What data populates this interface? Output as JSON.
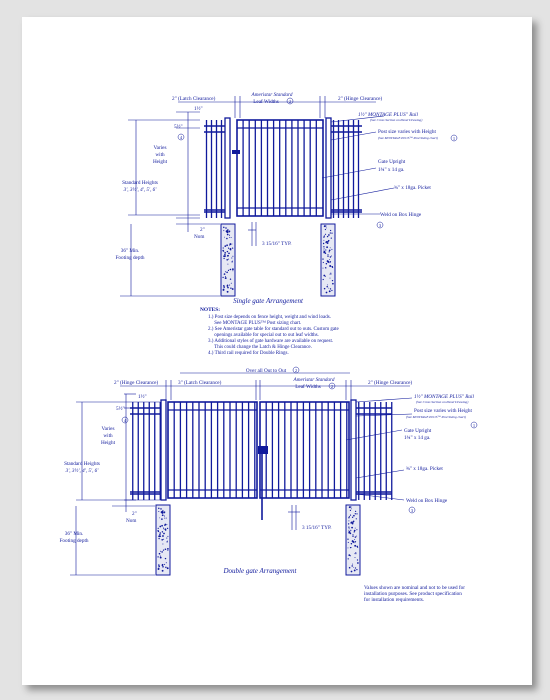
{
  "colors": {
    "ink": "#101a9c",
    "paper": "#ffffff",
    "background": "#e3e3e3"
  },
  "single": {
    "latch_clearance": "2\" (Latch Clearance)",
    "leaf_width_1": "Ameristar Standard",
    "leaf_width_2": "Leaf Widths",
    "leaf_width_marker": "2",
    "hinge_clearance": "2\" (Hinge Clearance)",
    "rail_offset": "1½\"",
    "top_offset": "5½\"",
    "marker_4": "4",
    "varies_1": "Varies",
    "varies_2": "with",
    "varies_3": "Height",
    "std_heights_1": "Standard Heights",
    "std_heights_2": "3', 3½', 4', 5', 6'",
    "nom_1": "2\"",
    "nom_2": "Nom",
    "footing_1": "36\" Min.",
    "footing_2": "Footing depth",
    "picket_spacing": "3 15/16\" TYP.",
    "callout_rail": "1½\" MONTAGE PLUS\" Rail",
    "callout_rail_note": "(See Cross Section on Panel Drawing)",
    "callout_post": "Post size varies with Height",
    "callout_post_note": "(See MONTAGE PLUS™ Post Sizing chart)",
    "callout_post_marker": "1",
    "callout_upright_1": "Gate Upright",
    "callout_upright_2": "1¾\" x 14 ga.",
    "callout_picket": "¾\" x 18ga. Picket",
    "callout_weld": "Weld on Box Hinge",
    "callout_weld_marker": "3",
    "title": "Single gate Arrangement"
  },
  "notes": {
    "heading": "NOTES:",
    "items": [
      "1.) Post size depends on fence height, weight and wind loads.",
      "     See MONTAGE PLUS™ Post sizing chart.",
      "2.) See Ameristar gate table for standard out to outs. Custom gate",
      "     openings available for special out to out leaf widths.",
      "3.) Additional styles of gate hardware are available on request.",
      "     This could change the Latch & Hinge Clearance.",
      "4.) Third rail required for Double Rings."
    ]
  },
  "double": {
    "overall": "Over all Out to Out",
    "overall_marker": "2",
    "hinge_clearance_left": "2\" (Hinge Clearance)",
    "latch_clearance": "3\" (Latch Clearance)",
    "leaf_width_1": "Ameristar Standard",
    "leaf_width_2": "Leaf Widths",
    "leaf_width_marker": "2",
    "hinge_clearance_right": "2\" (Hinge Clearance)",
    "rail_offset": "1½\"",
    "top_offset": "5½\"",
    "marker_4": "4",
    "varies_1": "Varies",
    "varies_2": "with",
    "varies_3": "Height",
    "std_heights_1": "Standard Heights",
    "std_heights_2": "3', 3½', 4', 5', 6'",
    "nom_1": "2\"",
    "nom_2": "Nom",
    "footing_1": "36\" Min.",
    "footing_2": "Footing depth",
    "picket_spacing": "3 15/16\" TYP.",
    "callout_rail": "1½\" MONTAGE PLUS\" Rail",
    "callout_rail_note": "(See Cross Section on Panel Drawing)",
    "callout_post": "Post size varies with Height",
    "callout_post_note": "(See MONTAGE PLUS™ Post Sizing chart)",
    "callout_post_marker": "1",
    "callout_upright_1": "Gate Upright",
    "callout_upright_2": "1¾\" x 14 ga.",
    "callout_picket": "¾\" x 18ga. Picket",
    "callout_weld": "Weld on Box Hinge",
    "callout_weld_marker": "3",
    "title": "Double gate Arrangement"
  },
  "disclaimer": [
    "Values shown are nominal and not to be used for",
    "installation purposes. See product specification",
    "for installation requirements."
  ]
}
